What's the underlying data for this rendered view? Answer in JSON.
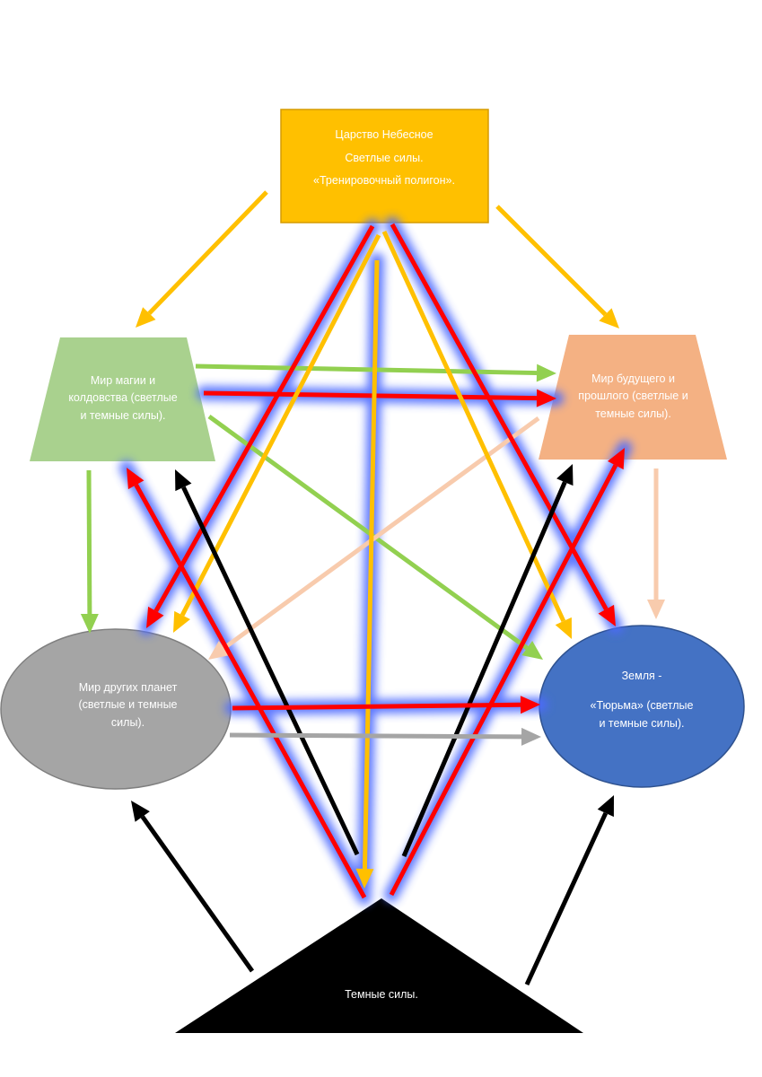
{
  "colors": {
    "heaven": "#ffc000",
    "heaven_border": "#d59b00",
    "magic": "#a9d18e",
    "future": "#f4b183",
    "planets": "#a5a5a5",
    "planets_border": "#7f7f7f",
    "earth": "#4472c4",
    "earth_border": "#2f528f",
    "dark": "#000000",
    "arrow_yellow": "#ffc000",
    "arrow_red": "#ff0000",
    "arrow_green": "#92d050",
    "arrow_peach": "#f8cbad",
    "arrow_gray": "#a5a5a5",
    "arrow_black": "#000000",
    "glow": "#4d6bff"
  },
  "nodes": {
    "heaven": {
      "line1": "Царство Небесное",
      "line2": "Светлые силы.",
      "line3": "«Тренировочный полигон»."
    },
    "magic": {
      "line1": "Мир магии и",
      "line2": "колдовства (светлые",
      "line3": "и темные силы)."
    },
    "future": {
      "line1": "Мир будущего и",
      "line2": "прошлого (светлые и",
      "line3": "темные силы)."
    },
    "planets": {
      "line1": "Мир других планет",
      "line2": "(светлые и темные",
      "line3": "силы)."
    },
    "earth": {
      "line1": "Земля -",
      "line2": "«Тюрьма» (светлые",
      "line3": "и темные силы)."
    },
    "dark": {
      "label": "Темные силы."
    }
  }
}
